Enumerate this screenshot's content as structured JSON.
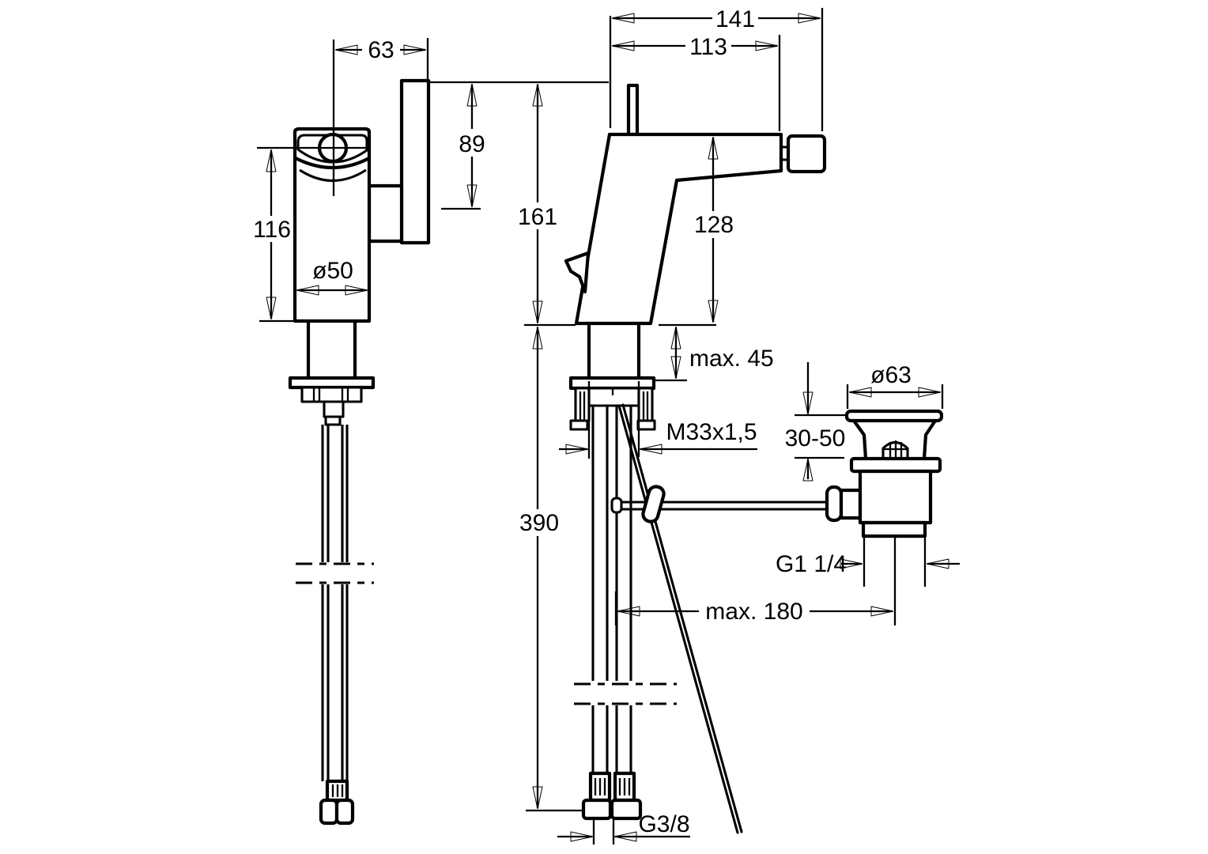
{
  "drawing": {
    "kind": "technical dimensional drawing",
    "subject": "single-lever bidet mixer with pop-up waste, three orthographic views",
    "background_color": "#ffffff",
    "line_color": "#000000"
  },
  "dimensions": {
    "front": {
      "handle_offset": "63",
      "handle_height": "89",
      "body_height": "116",
      "body_diameter": "ø50"
    },
    "side": {
      "depth_total": "141",
      "depth_body": "113",
      "height_total": "161",
      "height_body": "128",
      "deck_thickness": "max. 45",
      "shank_thread": "M33x1,5",
      "hose_drop": "390",
      "rod_reach": "max. 180",
      "supply_thread": "G3/8"
    },
    "waste": {
      "flange_diameter": "ø63",
      "height_range": "30-50",
      "waste_thread": "G1 1/4"
    }
  }
}
